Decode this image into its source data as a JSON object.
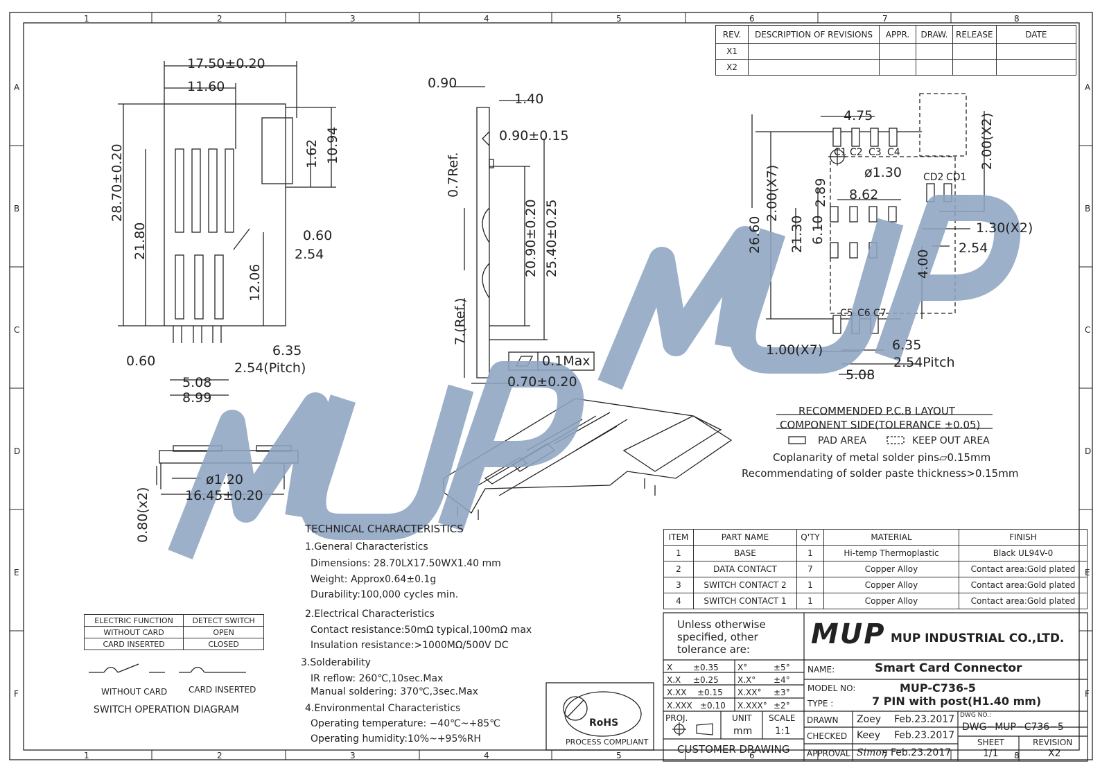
{
  "border": {
    "col_labels": [
      "1",
      "2",
      "3",
      "4",
      "5",
      "6",
      "7",
      "8"
    ],
    "row_labels": [
      "A",
      "B",
      "C",
      "D",
      "E",
      "F"
    ]
  },
  "revisions": {
    "headers": [
      "REV.",
      "DESCRIPTION OF REVISIONS",
      "APPR.",
      "DRAW.",
      "RELEASE",
      "DATE"
    ],
    "rows": [
      [
        "X1",
        "",
        "",
        "",
        "",
        ""
      ],
      [
        "X2",
        "",
        "",
        "",
        "",
        ""
      ]
    ]
  },
  "top_view": {
    "dims": [
      "17.50±0.20",
      "11.60",
      "28.70±0.20",
      "21.80",
      "10.94",
      "1.62",
      "0.60",
      "2.54",
      "12.06",
      "6.35",
      "0.60",
      "2.54(Pitch)",
      "5.08",
      "8.99"
    ]
  },
  "side_view": {
    "dims": [
      "0.90",
      "1.40",
      "0.90±0.15",
      "0.7Ref.",
      "20.90±0.20",
      "25.40±0.25",
      "7.(Ref.)",
      "0.1Max",
      "0.70±0.20"
    ]
  },
  "front_view": {
    "dims": [
      "0.80(x2)",
      "ø1.20",
      "16.45±0.20"
    ]
  },
  "pcb": {
    "dims": [
      "4.75",
      "2.00(X2)",
      "C1",
      "C2",
      "C3",
      "C4",
      "ø1.30",
      "CD2",
      "CD1",
      "8.62",
      "2.89",
      "2.00(X7)",
      "26.60",
      "21.30",
      "6.10",
      "1.30(X2)",
      "2.54",
      "4.00",
      "C5",
      "C6",
      "C7",
      "1.00(X7)",
      "6.35",
      "2.54Pitch",
      "5.08"
    ],
    "title": "RECOMMENDED P.C.B LAYOUT",
    "subtitle": "COMPONENT SIDE(TOLERANCE ±0.05)",
    "pad_area": "PAD AREA",
    "keep_out": "KEEP OUT AREA",
    "note1": "Coplanarity of metal solder pins▱0.15mm",
    "note2": "Recommendating of solder paste thickness>0.15mm"
  },
  "tech": {
    "title": "TECHNICAL CHARACTERISTICS",
    "lines": [
      "1.General Characteristics",
      "Dimensions: 28.70LX17.50WX1.40 mm",
      "Weight: Approx0.64±0.1g",
      "Durability:100,000 cycles min.",
      "2.Electrical Characteristics",
      "Contact resistance:50mΩ typical,100mΩ max",
      "Insulation resistance:>1000MΩ/500V DC",
      "3.Solderability",
      "IR reflow: 260℃,10sec.Max",
      "Manual soldering: 370℃,3sec.Max",
      "4.Environmental Characteristics",
      "Operating temperature: −40℃~+85℃",
      "Operating humidity:10%~+95%RH"
    ]
  },
  "switch": {
    "headers": [
      "ELECTRIC FUNCTION",
      "DETECT SWITCH"
    ],
    "rows": [
      [
        "WITHOUT CARD",
        "OPEN"
      ],
      [
        "CARD INSERTED",
        "CLOSED"
      ]
    ],
    "without_card": "WITHOUT CARD",
    "card_inserted": "CARD INSERTED",
    "diagram_title": "SWITCH OPERATION DIAGRAM"
  },
  "rohs": {
    "logo": "RoHS",
    "caption": "PROCESS COMPLIANT"
  },
  "bom": {
    "headers": [
      "ITEM",
      "PART NAME",
      "Q'TY",
      "MATERIAL",
      "FINISH"
    ],
    "rows": [
      [
        "1",
        "BASE",
        "1",
        "Hi-temp Thermoplastic",
        "Black UL94V-0"
      ],
      [
        "2",
        "DATA CONTACT",
        "7",
        "Copper Alloy",
        "Contact area:Gold plated"
      ],
      [
        "3",
        "SWITCH CONTACT 2",
        "1",
        "Copper Alloy",
        "Contact area:Gold plated"
      ],
      [
        "4",
        "SWITCH CONTACT 1",
        "1",
        "Copper Alloy",
        "Contact area:Gold plated"
      ]
    ]
  },
  "title_block": {
    "tol_note": [
      "Unless otherwise",
      "specified, other",
      "tolerance are:"
    ],
    "tol_rows": [
      [
        "X",
        "±0.35",
        "X°",
        "±5°"
      ],
      [
        "X.X",
        "±0.25",
        "X.X°",
        "±4°"
      ],
      [
        "X.XX",
        "±0.15",
        "X.XX°",
        "±3°"
      ],
      [
        "X.XXX",
        "±0.10",
        "X.XXX°",
        "±2°"
      ]
    ],
    "proj": "PROJ.",
    "unit_label": "UNIT",
    "unit": "mm",
    "scale_label": "SCALE",
    "scale": "1:1",
    "customer": "CUSTOMER DRAWING",
    "logo": "MUP",
    "company": "MUP INDUSTRIAL CO.,LTD.",
    "name_label": "NAME:",
    "name": "Smart Card Connector",
    "model_label": "MODEL NO:",
    "model": "MUP-C736-5",
    "type_label": "TYPE :",
    "type": "7 PIN with post(H1.40 mm)",
    "drawn_label": "DRAWN",
    "drawn_by": "Zoey",
    "drawn_date": "Feb.23.2017",
    "checked_label": "CHECKED",
    "checked_by": "Keey",
    "checked_date": "Feb.23.2017",
    "approval_label": "APPROVAL",
    "approval_by": "Simon",
    "approval_date": "Feb.23.2017",
    "dwg_label": "DWG NO.:",
    "dwg": "DWG−MUP−C736−5",
    "sheet_label": "SHEET",
    "sheet": "1/1",
    "revision_label": "REVISION",
    "revision": "X2"
  },
  "watermark": "MUP MUP",
  "colors": {
    "watermark": "#8ea5c2",
    "line": "#222222"
  }
}
